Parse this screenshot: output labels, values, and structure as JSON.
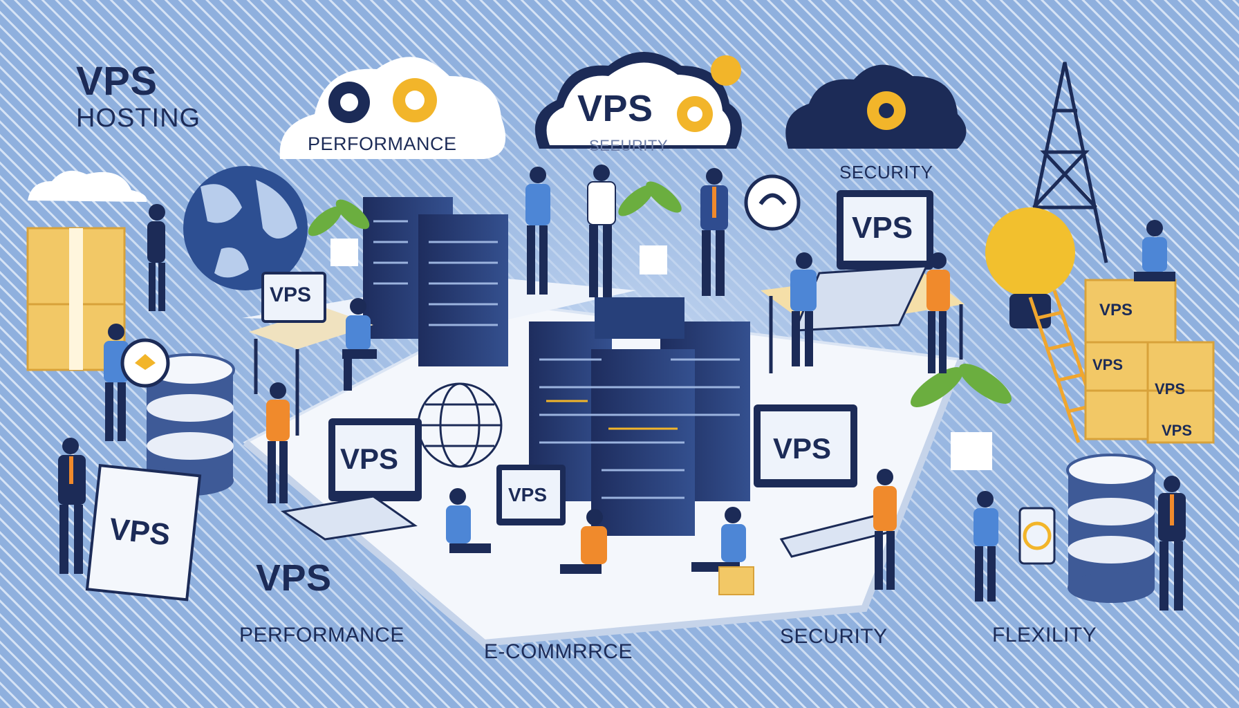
{
  "labels": {
    "vps_main": "VPS",
    "hosting": "HOSTING",
    "cloud_performance": "PERFORMANCE",
    "cloud_vps": "VPS",
    "cloud_security_faint": "SEЕURITY",
    "security_top": "SECURITY",
    "vps_bottom": "VPS",
    "performance_bottom": "PERFORMANCE",
    "ecommerce": "E-COMMRRCE",
    "security_bottom": "SECURITY",
    "flexility": "FLEXILITY"
  },
  "screens": {
    "laptop_top_right": "VPS",
    "desk_left": "VPS",
    "monitor_left_center": "VPS",
    "monitor_center": "VPS",
    "monitor_right": "VPS",
    "sign_bottom_left": "VPS",
    "box_1": "VPS",
    "box_2": "VPS",
    "box_3": "VPS",
    "box_4": "VPS"
  },
  "colors": {
    "background": "#8fb0de",
    "navy": "#1c2b57",
    "accent_yellow": "#f2b52a",
    "accent_orange": "#f08a2c",
    "platform": "#f4f7fc"
  }
}
